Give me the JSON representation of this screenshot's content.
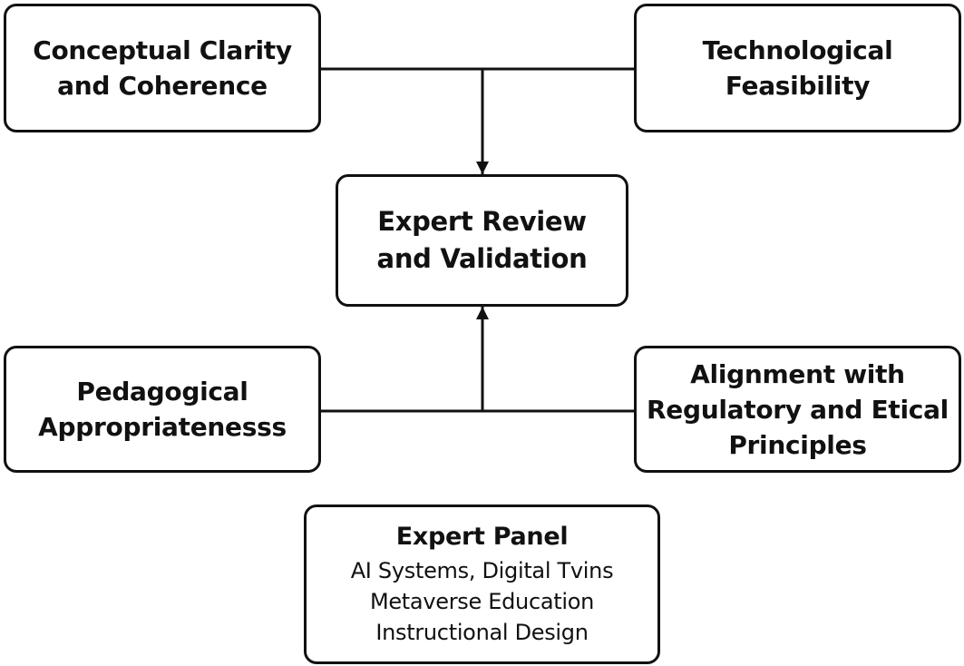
{
  "diagram": {
    "nodes": {
      "conceptual": {
        "label": "Conceptual Clarity\nand Coherence"
      },
      "technological": {
        "label": "Technological\nFeasibility"
      },
      "review": {
        "label": "Expert Review\nand Validation"
      },
      "pedagogical": {
        "label": "Pedagogical\nAppropriatenesss"
      },
      "alignment": {
        "label": "Alignment with\nRegulatory and Etical\nPrinciples"
      },
      "panel": {
        "label": "Expert Panel",
        "lines": [
          "AI Systems, Digital Tvins",
          "Metaverse Education",
          "Instructional Design"
        ]
      }
    },
    "edges": [
      {
        "from": [
          "conceptual",
          "technological"
        ],
        "to": "review",
        "arrow": "down"
      },
      {
        "from": [
          "pedagogical",
          "alignment"
        ],
        "to": "review",
        "arrow": "up"
      }
    ],
    "colors": {
      "stroke": "#111111",
      "background": "#ffffff"
    }
  }
}
